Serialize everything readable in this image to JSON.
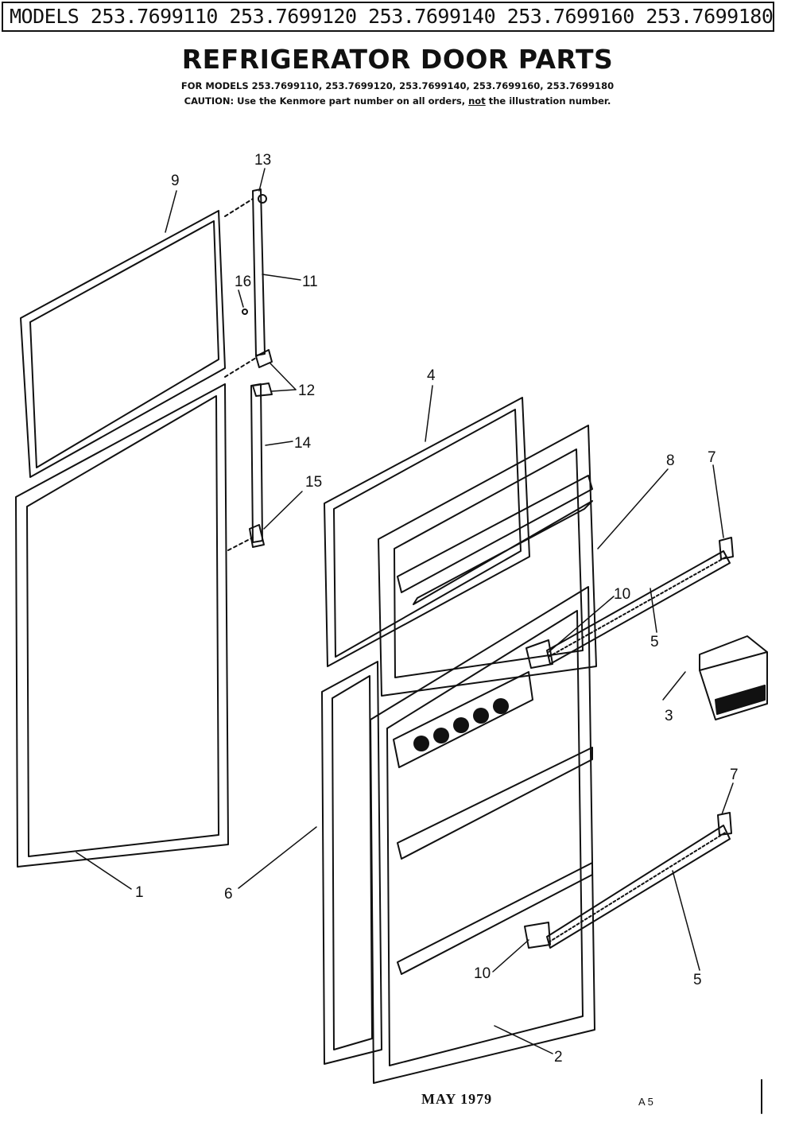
{
  "header": {
    "models_line": "MODELS 253.7699110 253.7699120 253.7699140 253.7699160 253.7699180",
    "title": "REFRIGERATOR DOOR PARTS",
    "for_models": "FOR MODELS 253.7699110, 253.7699120, 253.7699140, 253.7699160, 253.7699180",
    "caution_prefix": "CAUTION: Use the Kenmore part number on all orders, ",
    "caution_not": "not",
    "caution_suffix": " the illustration number."
  },
  "callouts": {
    "c1": "1",
    "c2": "2",
    "c3": "3",
    "c4": "4",
    "c5a": "5",
    "c5b": "5",
    "c6": "6",
    "c7a": "7",
    "c7b": "7",
    "c8": "8",
    "c9": "9",
    "c10a": "10",
    "c10b": "10",
    "c11": "11",
    "c12": "12",
    "c13": "13",
    "c14": "14",
    "c15": "15",
    "c16": "16"
  },
  "footer": {
    "date": "MAY 1979",
    "mark": "A 5"
  },
  "colors": {
    "ink": "#111111",
    "paper": "#ffffff"
  }
}
